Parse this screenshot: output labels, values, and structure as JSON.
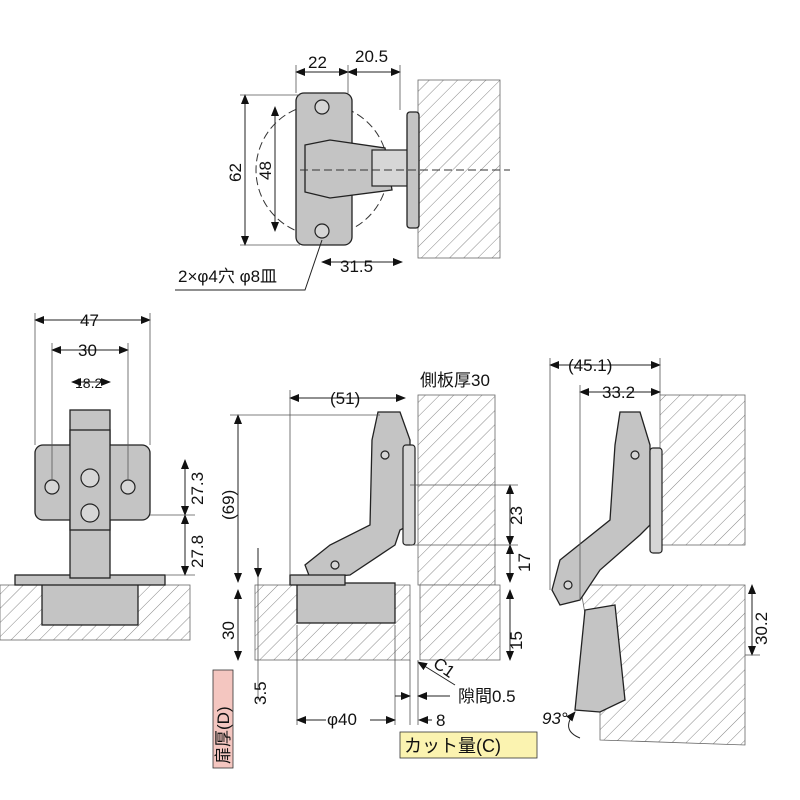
{
  "top_view": {
    "w22": "22",
    "w20_5": "20.5",
    "h62": "62",
    "h48": "48",
    "d31_5": "31.5",
    "holes": "2×φ4穴 φ8皿"
  },
  "side_view": {
    "w47": "47",
    "w30": "30",
    "w18_2": "18.2",
    "h27_3": "27.3",
    "h27_8": "27.8"
  },
  "section_view": {
    "w51": "(51)",
    "panel": "側板厚30",
    "h69": "(69)",
    "h23": "23",
    "h17": "17",
    "h30": "30",
    "h15": "15",
    "h3_5": "3.5",
    "c1": "C1",
    "gap": "隙間0.5",
    "phi40": "φ40",
    "c8": "8",
    "door_thickness": "扉厚(D)",
    "cut_amount": "カット量(C)"
  },
  "open_view": {
    "w45_1": "(45.1)",
    "w33_2": "33.2",
    "h30_2": "30.2",
    "angle": "93°"
  },
  "colors": {
    "door_label_bg": "#f4c6c0",
    "cut_label_bg": "#fbf3b0",
    "part": "#c4c4c4"
  }
}
